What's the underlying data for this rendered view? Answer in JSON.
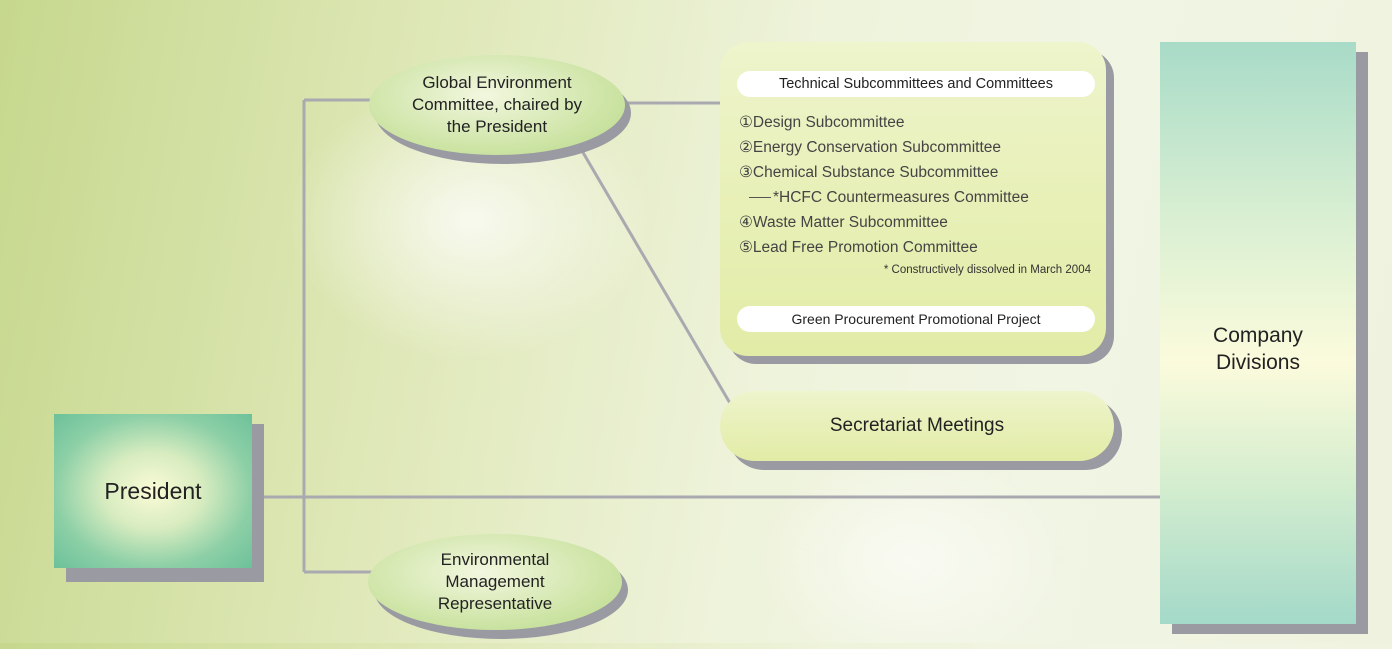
{
  "president": {
    "label": "President"
  },
  "global_committee": {
    "lines": [
      "Global Environment",
      "Committee, chaired by",
      "the President"
    ]
  },
  "env_rep": {
    "lines": [
      "Environmental",
      "Management",
      "Representative"
    ]
  },
  "technical": {
    "heading": "Technical Subcommittees and Committees",
    "items": [
      "①Design Subcommittee",
      "②Energy Conservation Subcommittee",
      "③Chemical Substance Subcommittee"
    ],
    "sub_item": "*HCFC Countermeasures Committee",
    "items2": [
      "④Waste Matter Subcommittee",
      "⑤Lead Free Promotion Committee"
    ],
    "note": "* Constructively dissolved in March 2004",
    "project": "Green Procurement Promotional Project"
  },
  "secretariat": {
    "label": "Secretariat Meetings"
  },
  "company": {
    "lines": [
      "Company",
      "Divisions"
    ]
  },
  "colors": {
    "line": "#a9a9b0",
    "president_fill": "#6cc19a",
    "company_fill": "#a8dbc8",
    "box_fill": "#e8f0b8"
  }
}
